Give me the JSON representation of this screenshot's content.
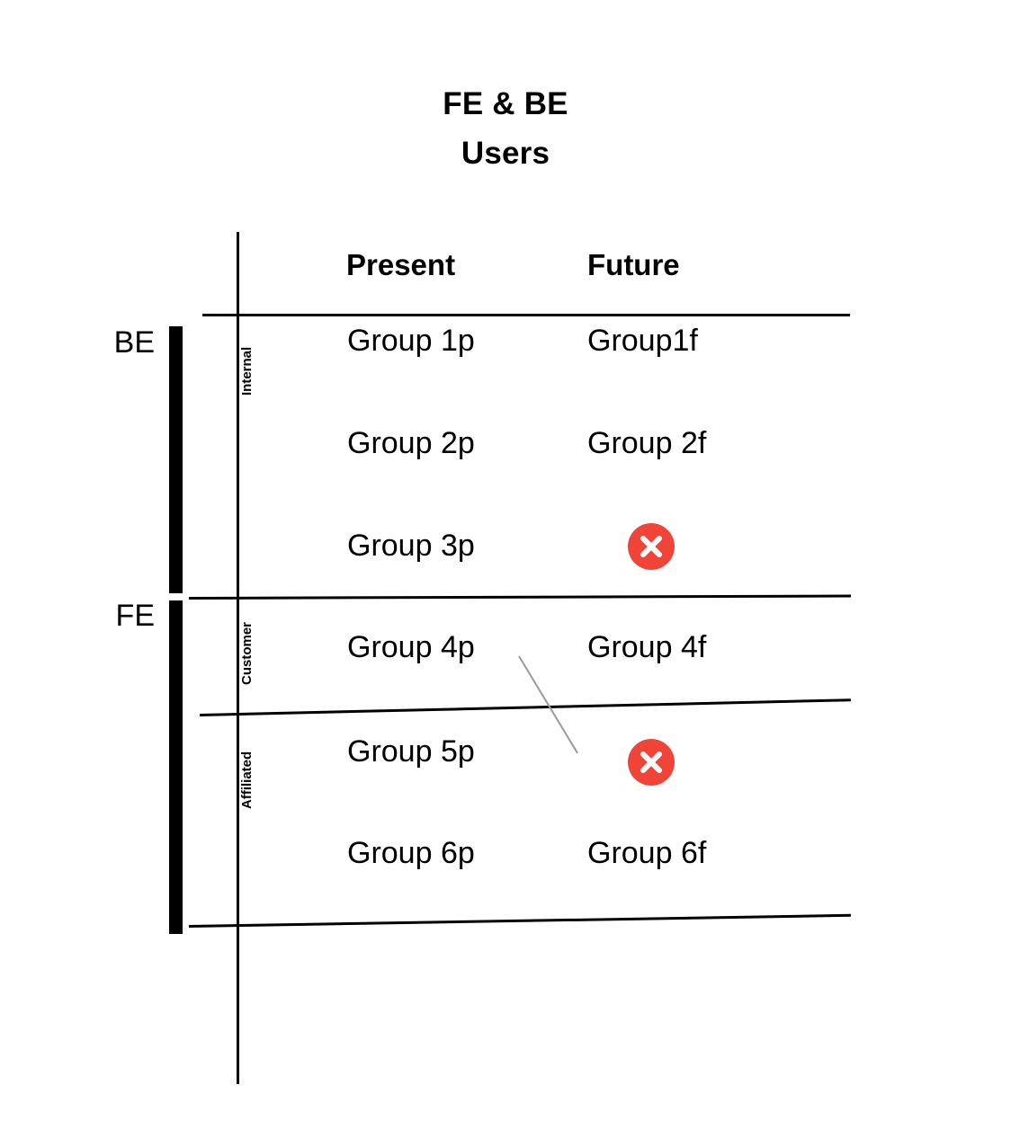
{
  "title": {
    "line1": "FE & BE",
    "line2": "Users"
  },
  "columns": {
    "present": "Present",
    "future": "Future"
  },
  "side_labels": {
    "be": "BE",
    "fe": "FE"
  },
  "band_labels": {
    "internal": "Internal",
    "customer": "Customer",
    "affiliated": "Affiliated"
  },
  "rows": [
    {
      "present": "Group 1p",
      "future": "Group1f",
      "future_is_removed": false
    },
    {
      "present": "Group 2p",
      "future": "Group 2f",
      "future_is_removed": false
    },
    {
      "present": "Group 3p",
      "future": "",
      "future_is_removed": true
    },
    {
      "present": "Group 4p",
      "future": "Group 4f",
      "future_is_removed": false
    },
    {
      "present": "Group 5p",
      "future": "",
      "future_is_removed": true
    },
    {
      "present": "Group 6p",
      "future": "Group 6f",
      "future_is_removed": false
    }
  ],
  "icons": {
    "removed": "x-circle-icon",
    "removed_color": "#F04438",
    "connector_color": "#9A9A9A"
  },
  "colors": {
    "background": "#FFFFFF",
    "foreground": "#000000",
    "accent_red": "#F04438",
    "connector_gray": "#9A9A9A"
  }
}
